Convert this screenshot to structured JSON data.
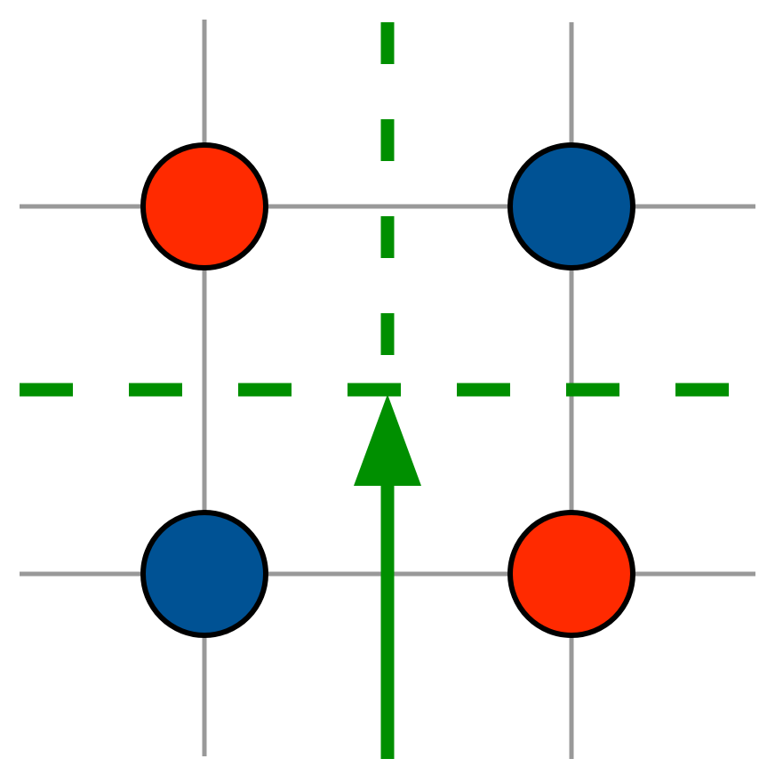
{
  "diagram": {
    "colors": {
      "background": "#ffffff",
      "grid_line": "#999999",
      "dashed_line": "#008f00",
      "arrow": "#008f00",
      "red_node": "#ff2a00",
      "blue_node": "#005294",
      "node_outline": "#000000"
    },
    "grid": {
      "columns": 2,
      "rows": 2
    },
    "nodes": [
      {
        "row": 0,
        "col": 0,
        "color": "red"
      },
      {
        "row": 0,
        "col": 1,
        "color": "blue"
      },
      {
        "row": 1,
        "col": 0,
        "color": "blue"
      },
      {
        "row": 1,
        "col": 1,
        "color": "red"
      }
    ],
    "dashed_lines": [
      {
        "orientation": "vertical"
      },
      {
        "orientation": "horizontal"
      }
    ],
    "arrow": {
      "direction": "up"
    }
  }
}
